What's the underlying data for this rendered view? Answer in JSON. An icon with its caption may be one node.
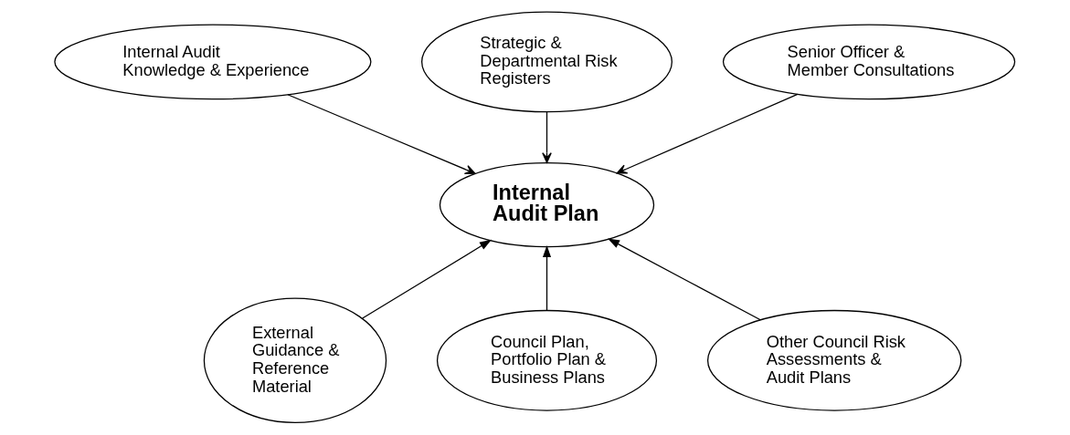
{
  "diagram": {
    "nodes": [
      {
        "text": [
          "Strategic & Departmental Risk Registers"
        ]
      },
      {
        "text": [
          "Internal Audit Knowledge & Experience"
        ]
      },
      {
        "text": [
          "Senior Officer & Member Consultations"
        ]
      },
      {
        "text": [
          "Internal Audit Plan"
        ]
      },
      {
        "text": [
          "External Guidance & Reference Material"
        ]
      },
      {
        "text": [
          "Other Council Risk Assessments & Audit Plans"
        ]
      },
      {
        "text": [
          "Council Plan, Portfolio Plan & Business Plans"
        ]
      }
    ],
    "edges": [
      {
        "from": 0,
        "to": 3,
        "arrow": "to"
      },
      {
        "from": 1,
        "to": 3,
        "arrow": "to"
      },
      {
        "from": 2,
        "to": 3,
        "arrow": "to"
      },
      {
        "from": 4,
        "to": 3,
        "arrow": "to"
      },
      {
        "from": 5,
        "to": 3,
        "arrow": "to"
      },
      {
        "from": 6,
        "to": 3,
        "arrow": "to"
      }
    ]
  }
}
